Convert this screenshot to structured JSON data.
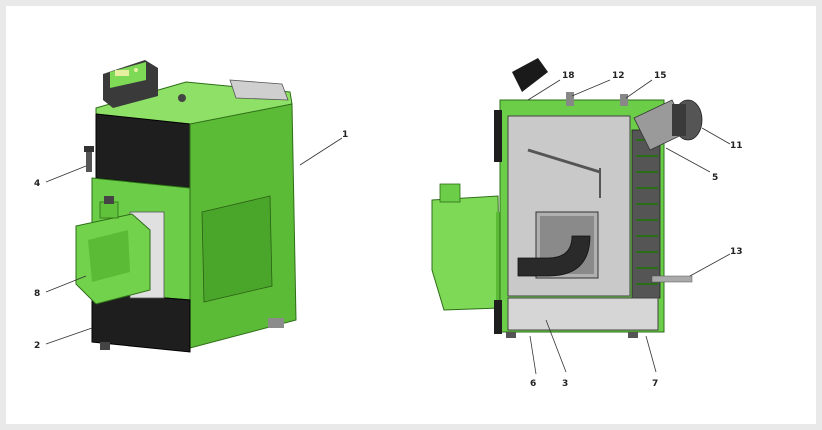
{
  "colors": {
    "background": "#e9e9e9",
    "panel": "#ffffff",
    "body_green": "#7ed957",
    "body_green_dark": "#4fae2d",
    "door_black": "#1e1e1e",
    "inner_grey": "#c9c9c9"
  },
  "left_view": {
    "labels": {
      "part_1": "1",
      "part_4": "4",
      "part_8": "8",
      "part_2": "2"
    }
  },
  "right_view": {
    "labels": {
      "part_18": "18",
      "part_12": "12",
      "part_15": "15",
      "part_11": "11",
      "part_5": "5",
      "part_13": "13",
      "part_6": "6",
      "part_3": "3",
      "part_7": "7"
    }
  }
}
